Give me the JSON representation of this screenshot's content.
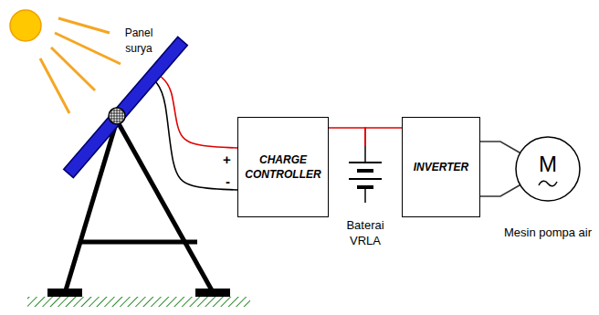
{
  "diagram": {
    "nodes": [
      {
        "text": [
          "Panel surya"
        ]
      },
      {
        "text": [
          "CHARGE CONTROLLER"
        ]
      },
      {
        "text": [
          "Baterai VRLA"
        ]
      },
      {
        "text": [
          "INVERTER"
        ]
      },
      {
        "text": [
          "M",
          "Mesin pompa air"
        ]
      }
    ],
    "edges": [
      {
        "from": 0,
        "to": 1,
        "arrow": "none"
      },
      {
        "from": 1,
        "to": 2,
        "arrow": "none"
      },
      {
        "from": 2,
        "to": 3,
        "arrow": "none"
      },
      {
        "from": 3,
        "to": 4,
        "arrow": "none"
      }
    ],
    "labels": [
      "+",
      "-"
    ]
  }
}
